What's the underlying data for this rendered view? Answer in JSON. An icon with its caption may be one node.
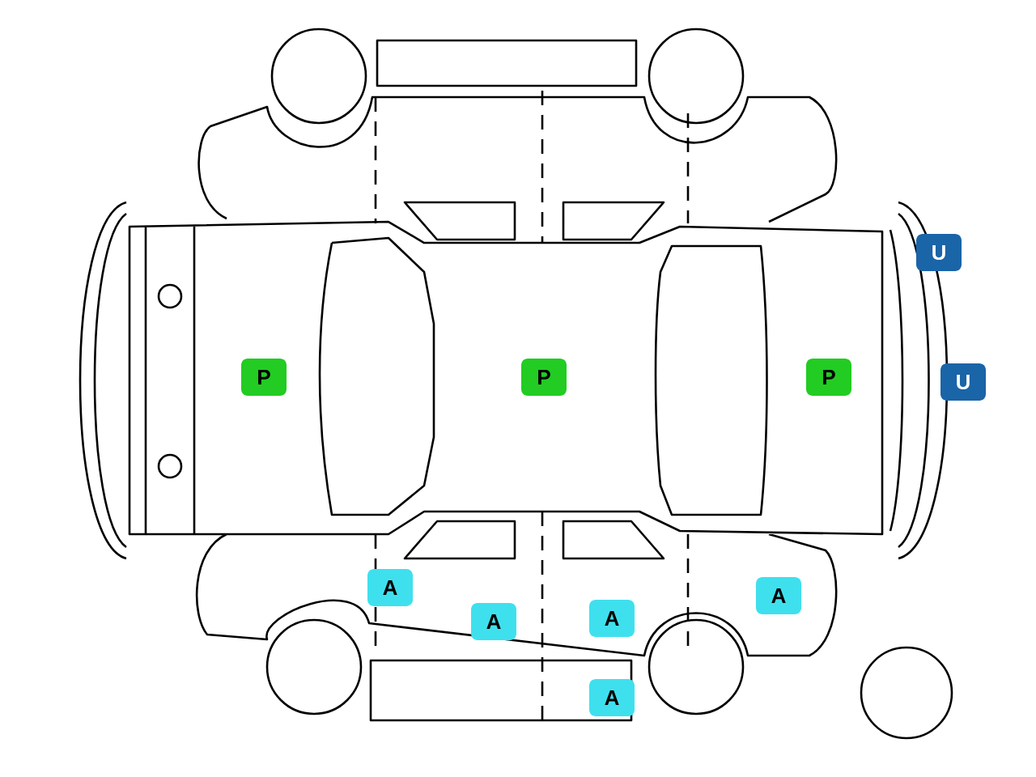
{
  "diagram": {
    "nodes": [
      {
        "text": [
          "U"
        ]
      },
      {
        "text": [
          "P"
        ]
      },
      {
        "text": [
          "P"
        ]
      },
      {
        "text": [
          "P"
        ]
      },
      {
        "text": [
          "U"
        ]
      },
      {
        "text": [
          "A"
        ]
      },
      {
        "text": [
          "A"
        ]
      },
      {
        "text": [
          "A"
        ]
      },
      {
        "text": [
          "A"
        ]
      },
      {
        "text": [
          "A"
        ]
      }
    ]
  }
}
